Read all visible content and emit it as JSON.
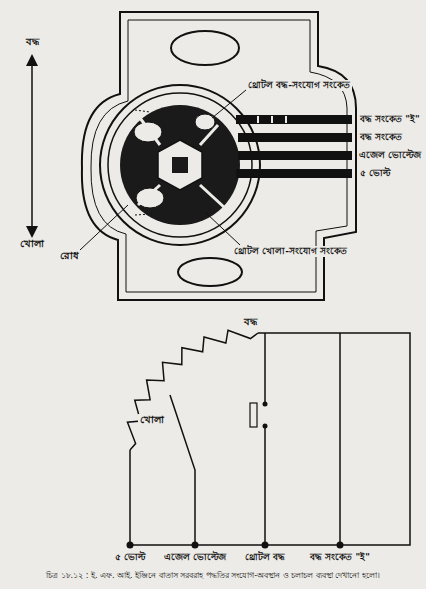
{
  "diagram": {
    "caption": "চিত্র ১৮.১২ : ই. এফ. আই. ইঞ্জিনে বাতাস সরবরাহ পদ্ধতির সংযোগ-অবস্থান ও চলাচল ব্যবস্থা দেখানো হলো।",
    "labels": [
      "থ্রোটল বদ্ধ-সংযোগ সংকেত",
      "বদ্ধ সংকেত \"ই\"",
      "বদ্ধ সংকেত",
      "এজেল ভোল্টেজ",
      "৫ ভোল্ট",
      "রোধ",
      "থ্রোটল খোলা-সংযোগ সংকেত",
      "বদ্ধ",
      "খোলা",
      "বদ্ধ",
      "খোলা",
      "৫ ভোল্ট",
      "এজেল ভোল্টেজ",
      "থ্রোটল বদ্ধ",
      "বদ্ধ সংকেত \"ই\""
    ]
  }
}
